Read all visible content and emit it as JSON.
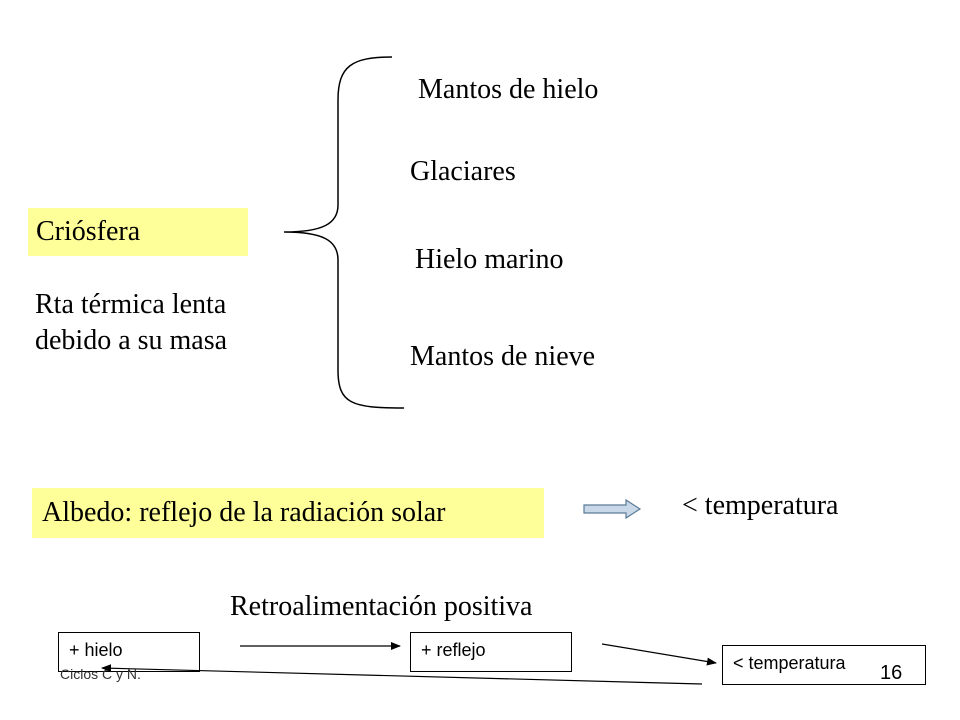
{
  "criosfera": {
    "title": "Criósfera",
    "note_line1": "Rta térmica lenta",
    "note_line2": "debido a su masa",
    "items": [
      "Mantos de hielo",
      "Glaciares",
      "Hielo marino",
      "Mantos de nieve"
    ]
  },
  "albedo": {
    "label": "Albedo: reflejo de la radiación solar",
    "result": "< temperatura"
  },
  "feedback": {
    "title": "Retroalimentación positiva",
    "box1": "+ hielo",
    "box2": "+ reflejo",
    "box3": "< temperatura"
  },
  "footer": {
    "left": "Ciclos C y N.",
    "page_number": "16"
  },
  "colors": {
    "highlight": "#ffff99",
    "arrow_fill": "#c8d8e8"
  }
}
